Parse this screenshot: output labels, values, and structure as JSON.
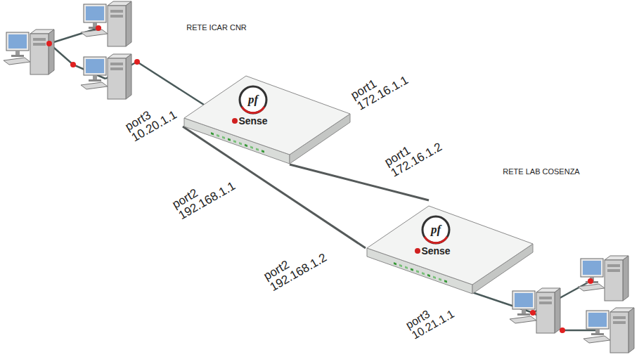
{
  "diagram": {
    "nodes": [
      {
        "text": [
          "pf",
          "Sense"
        ]
      },
      {
        "text": [
          "pf",
          "Sense"
        ]
      }
    ],
    "edges": [
      {
        "from": 0,
        "to": 1,
        "arrow": "none"
      },
      {
        "from": 0,
        "to": 1,
        "arrow": "none"
      }
    ],
    "labels": [
      "RETE ICAR CNR",
      "port3",
      "10.20.1.1",
      "port1",
      "172.16.1.1",
      "port2",
      "192.168.1.1",
      "port1",
      "172.16.1.2",
      "port2",
      "192.168.1.2",
      "RETE LAB COSENZA",
      "port3",
      "10.21.1.1"
    ]
  }
}
